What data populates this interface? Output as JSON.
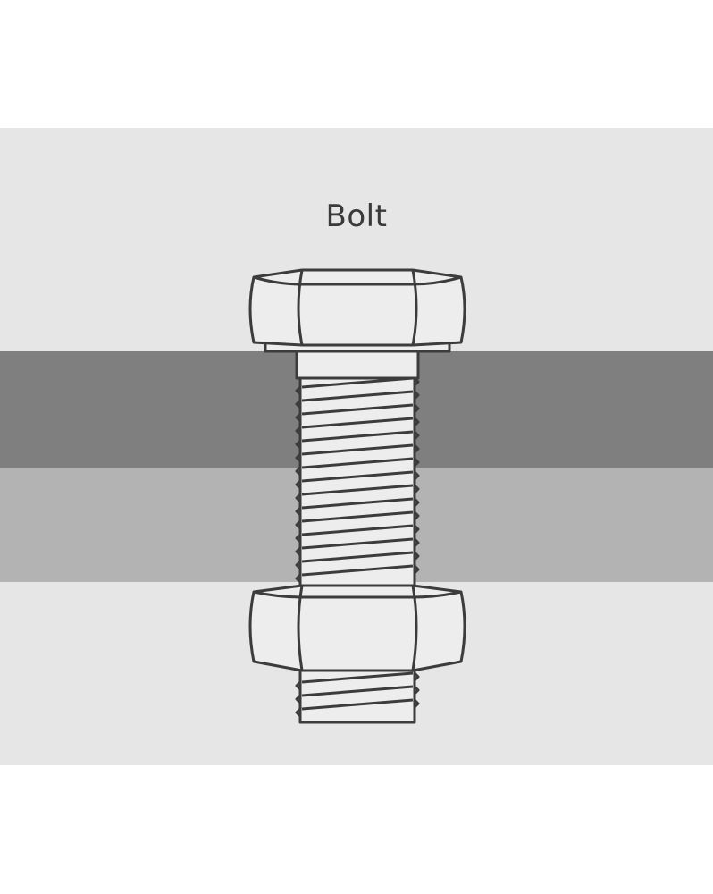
{
  "title": "Bolt",
  "colors": {
    "page": "#ffffff",
    "panel": "#e6e6e6",
    "plate_top": "#7f7f7f",
    "plate_bottom": "#b3b3b3",
    "part_fill": "#ededed",
    "outline": "#3c3c3c"
  },
  "parts": {
    "head": "bolt-head",
    "washer": "washer",
    "shank": "shank",
    "thread": "threaded-shaft",
    "nut": "hex-nut",
    "plate_top": "upper-plate",
    "plate_bottom": "lower-plate"
  }
}
